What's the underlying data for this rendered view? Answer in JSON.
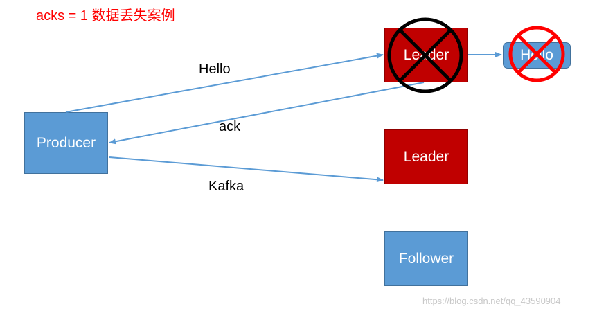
{
  "title": "acks = 1 数据丢失案例",
  "nodes": {
    "producer": "Producer",
    "leader_top": "Leader",
    "leader_mid": "Leader",
    "follower": "Follower",
    "message": "Hello"
  },
  "edges": {
    "hello": "Hello",
    "ack": "ack",
    "kafka": "Kafka"
  },
  "watermark": "https://blog.csdn.net/qq_43590904",
  "colors": {
    "title": "#ff0000",
    "blue_node": "#5b9bd5",
    "red_node": "#c00000",
    "arrow": "#5b9bd5",
    "cross_black": "#000000",
    "cross_red": "#ff0000"
  }
}
